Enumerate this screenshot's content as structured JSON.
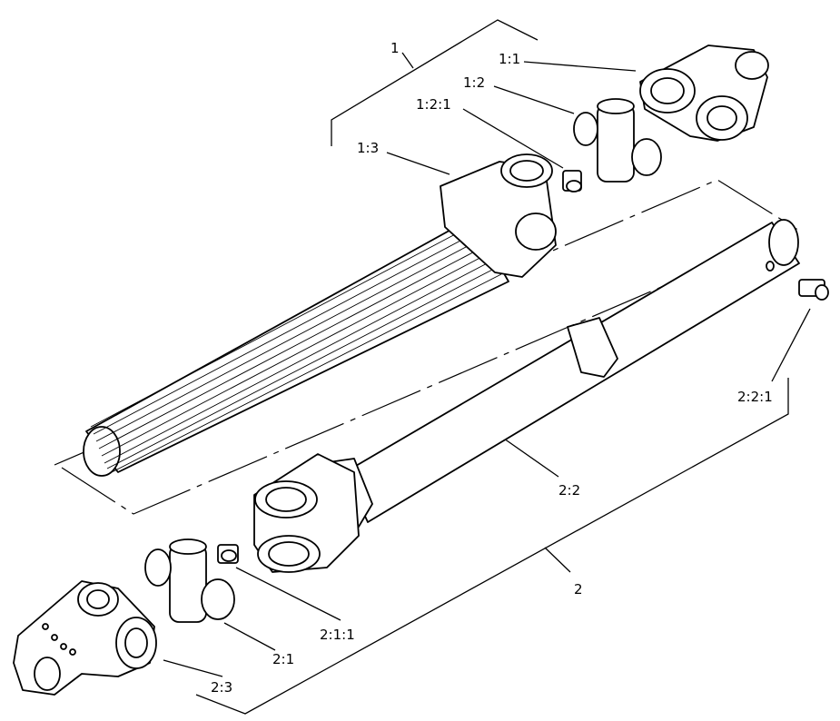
{
  "labels": {
    "assembly_1": "1",
    "yoke_1_1": "1:1",
    "cross_1_2": "1:2",
    "fitting_1_2_1": "1:2:1",
    "splined_shaft_1_3": "1:3",
    "assembly_2": "2",
    "tube_2_2": "2:2",
    "fitting_2_2_1": "2:2:1",
    "cross_2_1": "2:1",
    "fitting_2_1_1": "2:1:1",
    "yoke_2_3": "2:3"
  }
}
